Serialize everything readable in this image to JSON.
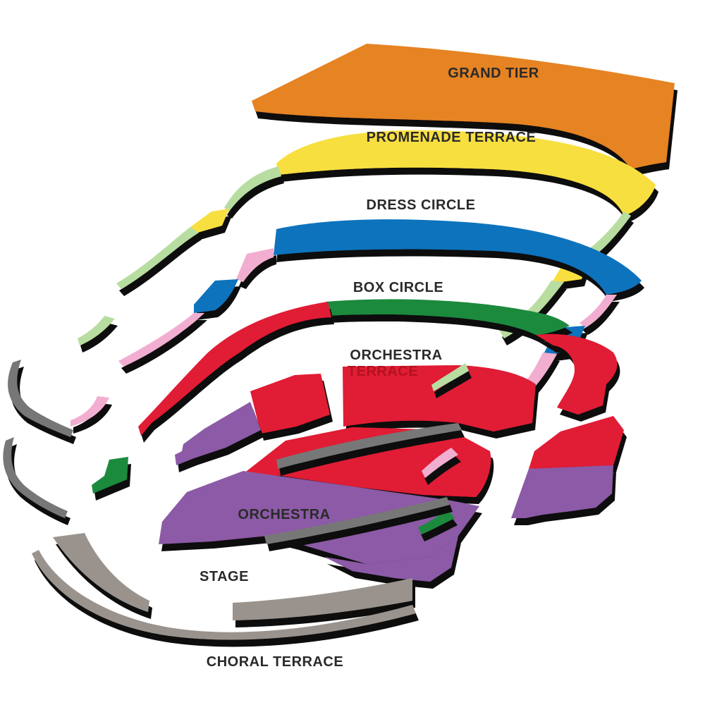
{
  "colors": {
    "grand_tier": "#e68323",
    "promenade_terrace": "#f8df3f",
    "dress_circle": "#1173bd",
    "box_circle": "#1a8a3e",
    "orchestra_terrace": "#e11d34",
    "orchestra": "#8c5aa6",
    "light_green": "#b8dda0",
    "pink": "#f2aed0",
    "gray": "#7a7a7a",
    "stage_gray": "#9a938d",
    "shadow": "#111111",
    "label_dark": "#2a2a2a",
    "label_red": "#b3121f"
  },
  "labels": {
    "grand_tier": "GRAND TIER",
    "promenade_terrace": "PROMENADE TERRACE",
    "dress_circle": "DRESS CIRCLE",
    "box_circle": "BOX CIRCLE",
    "orchestra_terrace_line1": "ORCHESTRA",
    "orchestra_terrace_line2": "TERRACE",
    "orchestra": "ORCHESTRA",
    "stage": "STAGE",
    "choral_terrace": "CHORAL TERRACE"
  }
}
